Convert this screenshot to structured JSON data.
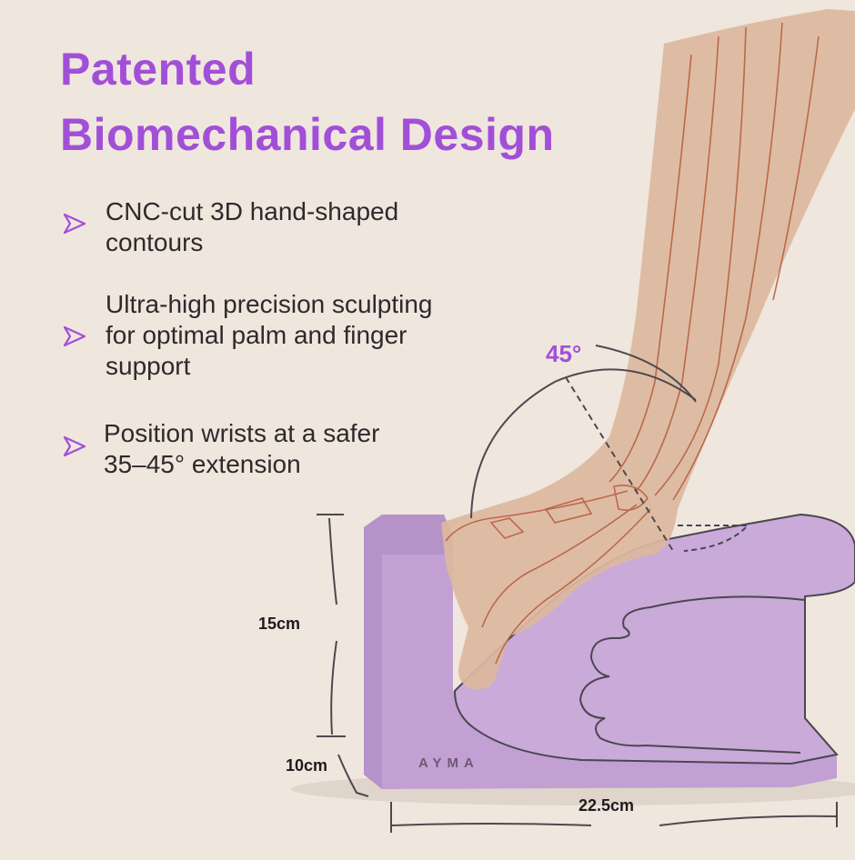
{
  "title": {
    "line1": "Patented",
    "line2": "Biomechanical Design"
  },
  "bullets": [
    {
      "lines": [
        "CNC-cut 3D hand-shaped",
        "contours"
      ]
    },
    {
      "lines": [
        "Ultra-high precision sculpting",
        "for optimal palm and finger",
        "support"
      ]
    },
    {
      "lines": [
        "Position wrists at a safer",
        "35–45° extension"
      ]
    }
  ],
  "angle": "45°",
  "dimensions": {
    "height": "15cm",
    "depth": "10cm",
    "width": "22.5cm"
  },
  "brand": "AYMA",
  "colors": {
    "accent": "#a24fd8",
    "product": "#c6a5d6",
    "background": "#efe6de",
    "text": "#2e2a2b"
  },
  "icons": {
    "bullet": "arrow-right-outline-icon"
  }
}
